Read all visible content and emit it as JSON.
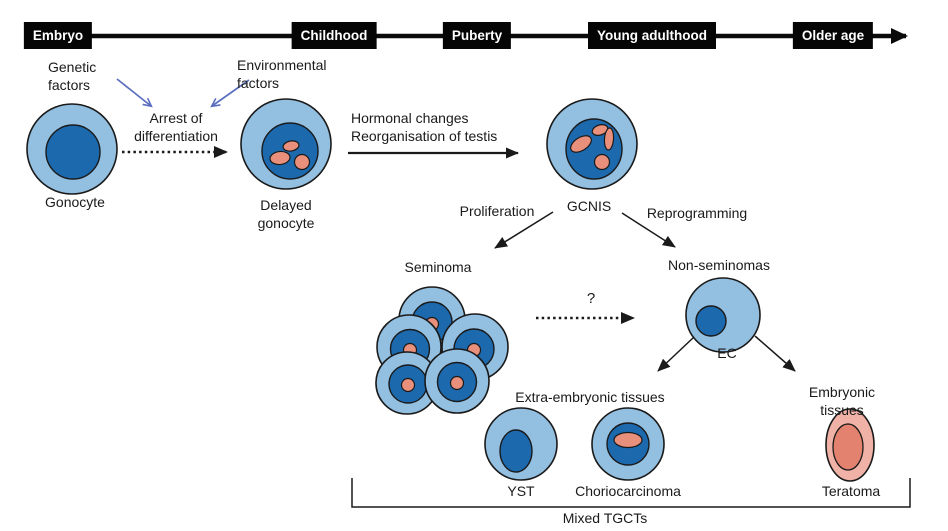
{
  "figure": {
    "description": "Model of testicular germ cell tumour (TGCT) development across life stages",
    "colors": {
      "cell_body": "#93BFE1",
      "nucleus": "#1C69AE",
      "nucleolus": "#E8907C",
      "teratoma_body": "#F0B2A6",
      "teratoma_nucleus": "#E2826F",
      "factor_arrow": "#5B6EBE",
      "timeline_box": "#050505",
      "timeline_text": "#FFFFFF"
    }
  },
  "timeline": {
    "stages": [
      {
        "label": "Embryo"
      },
      {
        "label": "Childhood"
      },
      {
        "label": "Puberty"
      },
      {
        "label": "Young adulthood"
      },
      {
        "label": "Older age"
      }
    ]
  },
  "labels": {
    "genetic_factors": "Genetic\nfactors",
    "environmental_factors": "Environmental\nfactors",
    "arrest_of_differentiation": "Arrest of\ndifferentiation",
    "gonocyte": "Gonocyte",
    "delayed_gonocyte": "Delayed\ngonocyte",
    "hormonal_changes": "Hormonal changes\nReorganisation of testis",
    "gcnis": "GCNIS",
    "proliferation": "Proliferation",
    "reprogramming": "Reprogramming",
    "seminoma": "Seminoma",
    "non_seminomas": "Non-seminomas",
    "question_mark": "?",
    "ec": "EC",
    "extra_embryonic_tissues": "Extra-embryonic tissues",
    "embryonic_tissues": "Embryonic tissues",
    "yst": "YST",
    "choriocarcinoma": "Choriocarcinoma",
    "teratoma": "Teratoma",
    "mixed_tgcts": "Mixed TGCTs"
  }
}
